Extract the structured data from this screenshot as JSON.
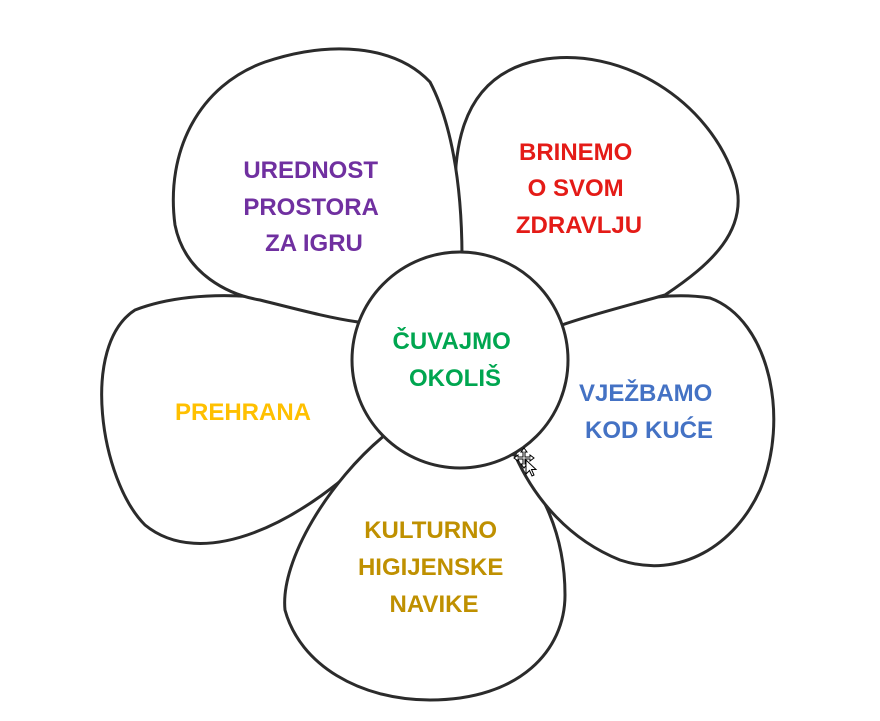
{
  "colors": {
    "outline": "#2b2b2b",
    "purple": "#7030a0",
    "red": "#e41b17",
    "green": "#00a650",
    "blue": "#4472c4",
    "yellow": "#ffc000",
    "olive": "#bf9000"
  },
  "center": {
    "lines": [
      "ČUVAJMO",
      "OKOLIŠ"
    ]
  },
  "petals": {
    "top_left": {
      "lines": [
        "UREDNOST",
        "PROSTORA",
        "ZA  IGRU"
      ]
    },
    "top_right": {
      "lines": [
        "BRINEMO",
        "O SVOM",
        "ZDRAVLJU"
      ]
    },
    "right": {
      "lines": [
        "VJEŽBAMO",
        "KOD KUĆE"
      ]
    },
    "bottom": {
      "lines": [
        "KULTURNO",
        "HIGIJENSKE",
        "NAVIKE"
      ]
    },
    "left": {
      "lines": [
        "PREHRANA"
      ]
    }
  },
  "cursor_icon": "move-cursor-icon"
}
